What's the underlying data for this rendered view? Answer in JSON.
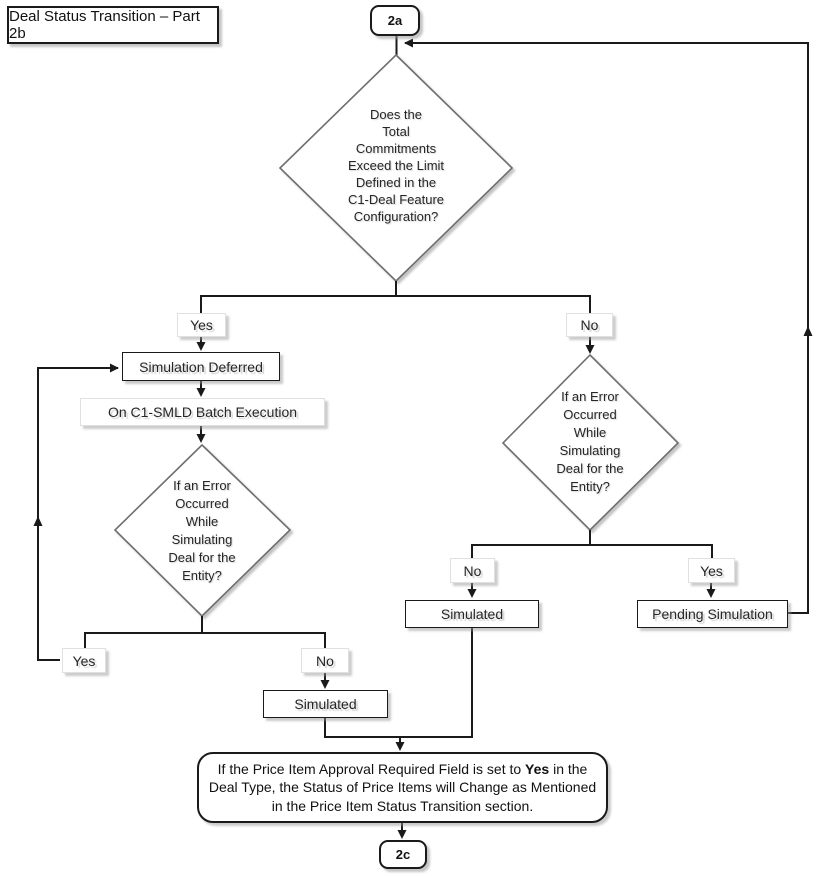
{
  "title": "Deal Status Transition – Part 2b",
  "nodes": {
    "start_connector": "2a",
    "end_connector": "2c",
    "decision_main": "Does the\nTotal\nCommitments\nExceed the Limit\nDefined in the\nC1-Deal Feature\nConfiguration?",
    "decision_left": "If an Error\nOccurred\nWhile\nSimulating\nDeal for the\nEntity?",
    "decision_right": "If an Error\nOccurred\nWhile\nSimulating\nDeal for the\nEntity?",
    "simulation_deferred": "Simulation Deferred",
    "on_c1_smld": "On C1-SMLD Batch Execution",
    "simulated_left": "Simulated",
    "simulated_right": "Simulated",
    "pending_simulation": "Pending Simulation",
    "note": {
      "line1_prefix": "If the Price Item Approval Required Field is set to ",
      "line1_bold": "Yes",
      "line1_suffix": " in the",
      "line2": "Deal Type, the Status of Price Items will Change as Mentioned",
      "line3": "in the Price Item Status Transition section."
    }
  },
  "labels": {
    "yes_main": "Yes",
    "no_main": "No",
    "yes_left_loop": "Yes",
    "no_left": "No",
    "no_right": "No",
    "yes_right": "Yes"
  },
  "colors": {
    "background": "#ffffff",
    "line": "#1a1a1a",
    "diamond_border": "#6e6e6e",
    "box_border": "#1a1a1a",
    "shadow": "#bdbdbd",
    "text": "#262626"
  }
}
